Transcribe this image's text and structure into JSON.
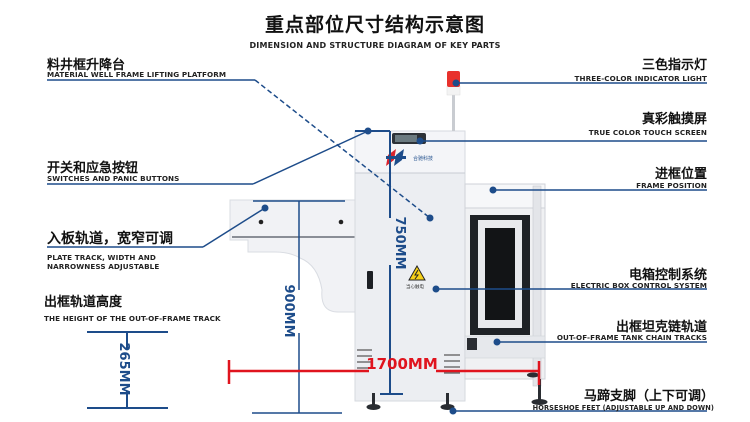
{
  "header": {
    "title": "重点部位尺寸结构示意图",
    "subtitle": "DIMENSION AND STRUCTURE DIAGRAM OF KEY PARTS"
  },
  "colors": {
    "leader_line": "#1d4c8a",
    "dimension_red": "#e0141e",
    "machine_body": "#eef0f4",
    "indicator_red": "#e8312c"
  },
  "labels_left": [
    {
      "cn": "料井框升降台",
      "en": "MATERIAL WELL FRAME LIFTING PLATFORM"
    },
    {
      "cn": "开关和应急按钮",
      "en": "SWITCHES AND PANIC BUTTONS"
    },
    {
      "cn": "入板轨道，宽窄可调",
      "en_line1": "PLATE TRACK, WIDTH AND",
      "en_line2": "NARROWNESS ADJUSTABLE"
    },
    {
      "cn": "出框轨道高度",
      "en": "THE HEIGHT OF THE OUT-OF-FRAME TRACK"
    }
  ],
  "labels_right": [
    {
      "cn": "三色指示灯",
      "en": "THREE-COLOR INDICATOR LIGHT"
    },
    {
      "cn": "真彩触摸屏",
      "en": "TRUE COLOR TOUCH SCREEN"
    },
    {
      "cn": "进框位置",
      "en": "FRAME POSITION"
    },
    {
      "cn": "电箱控制系统",
      "en": "ELECTRIC BOX CONTROL SYSTEM"
    },
    {
      "cn": "出框坦克链轨道",
      "en": "OUT-OF-FRAME TANK CHAIN TRACKS"
    },
    {
      "cn": "马蹄支脚（上下可调）",
      "en": "HORSESHOE FEET (ADJUSTABLE UP AND DOWN)"
    }
  ],
  "dimensions": {
    "track_height": "265MM",
    "machine_height": "900MM",
    "upper_height": "750MM",
    "total_length": "1700MM"
  },
  "machine": {
    "brand_text": "合驰科技",
    "warning_text": "当心触电",
    "warning_icon": "high-voltage-warning-icon"
  }
}
